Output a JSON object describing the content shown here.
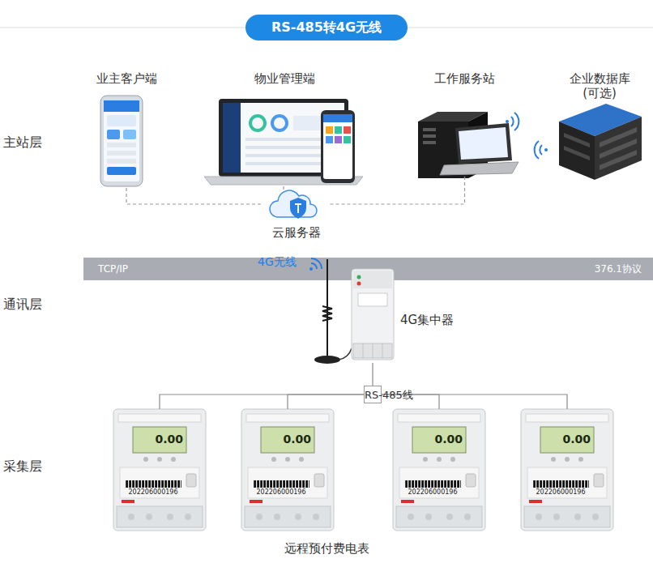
{
  "diagram": {
    "title": "RS-485转4G无线",
    "nodes": [
      {
        "text": [
          "业主客户端"
        ]
      },
      {
        "text": [
          "物业管理端"
        ]
      },
      {
        "text": [
          "工作服务站"
        ]
      },
      {
        "text": [
          "企业数据库 (可选)"
        ]
      },
      {
        "text": [
          "云服务器"
        ]
      },
      {
        "text": [
          "TCP/IP",
          "376.1协议"
        ]
      },
      {
        "text": [
          "4G集中器"
        ]
      },
      {
        "text": [
          "RS-485线"
        ]
      },
      {
        "text": [
          "0.00",
          "202206000196"
        ]
      },
      {
        "text": [
          "0.00",
          "202206000196"
        ]
      },
      {
        "text": [
          "0.00",
          "202206000196"
        ]
      },
      {
        "text": [
          "0.00",
          "202206000196"
        ]
      }
    ],
    "edges": [
      {
        "from": 0,
        "to": 4,
        "arrow": "none"
      },
      {
        "from": 1,
        "to": 4,
        "arrow": "none"
      },
      {
        "from": 2,
        "to": 4,
        "arrow": "none"
      },
      {
        "from": 6,
        "to": 7,
        "arrow": "none"
      },
      {
        "from": 7,
        "to": 8,
        "arrow": "none"
      },
      {
        "from": 7,
        "to": 9,
        "arrow": "none"
      },
      {
        "from": 7,
        "to": 10,
        "arrow": "none"
      },
      {
        "from": 7,
        "to": 11,
        "arrow": "none"
      }
    ],
    "labels": [
      "主站层",
      "通讯层",
      "采集层",
      "4G无线",
      "远程预付费电表"
    ]
  }
}
